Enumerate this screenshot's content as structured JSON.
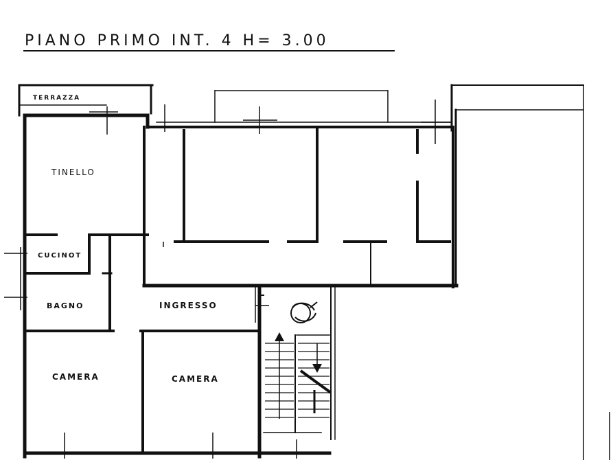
{
  "title": "PIANO PRIMO INT. 4 H= 3.00",
  "rooms": {
    "terrazza": "TERRAZZA",
    "tinello": "TINELLO",
    "cucinotto": "CUCINOT",
    "bagno": "BAGNO",
    "ingresso": "INGRESSO",
    "camera_left": "CAMERA",
    "camera_right": "CAMERA"
  }
}
